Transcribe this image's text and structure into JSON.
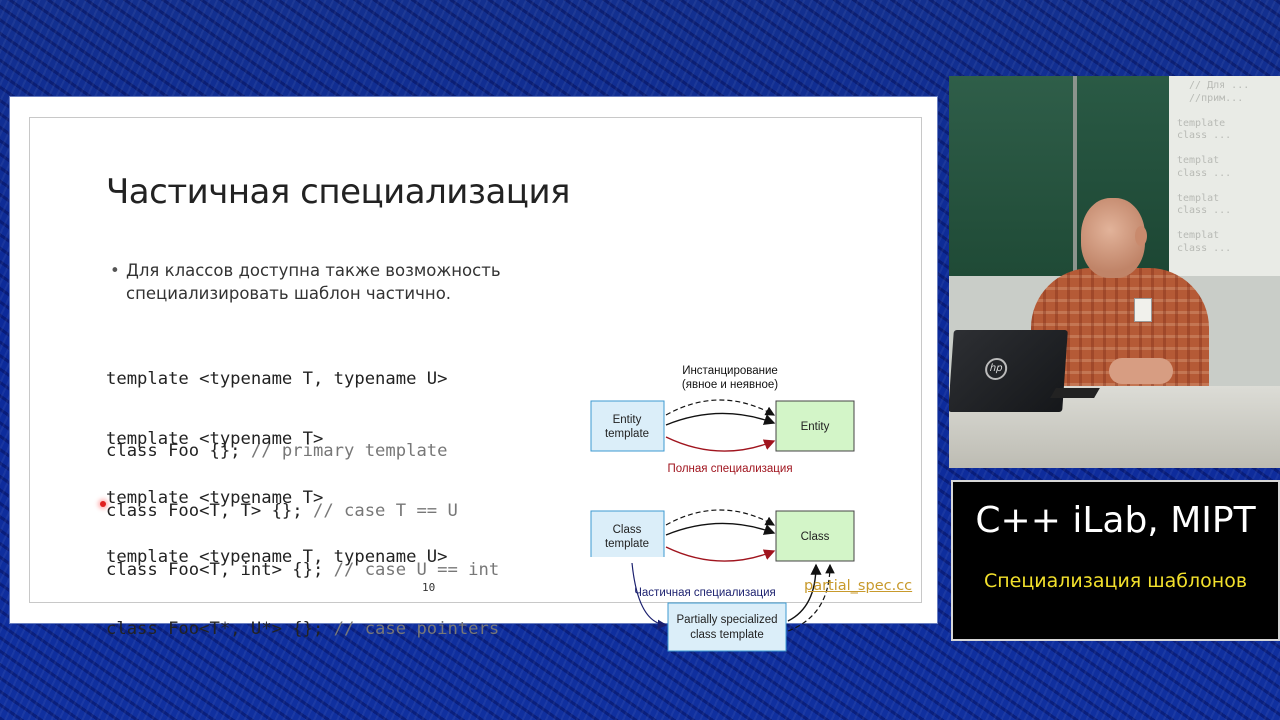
{
  "slide": {
    "title": "Частичная специализация",
    "bullet": "Для классов доступна также возможность специализировать шаблон частично.",
    "code_groups": [
      {
        "line1": "template <typename T, typename U>",
        "line2_code": "class Foo {}; ",
        "line2_comment": "// primary template"
      },
      {
        "line1": "template <typename T>",
        "line2_code": "class Foo<T, T> {}; ",
        "line2_comment": "// case T == U"
      },
      {
        "line1": "template <typename T>",
        "line2_code": "class Foo<T, int> {}; ",
        "line2_comment": "// case U == int"
      },
      {
        "line1": "template <typename T, typename U>",
        "line2_code": "class Foo<T*, U*> {}; ",
        "line2_comment": "// case pointers"
      }
    ],
    "page_number": "10",
    "file_link": "partial_spec.cc"
  },
  "diagram": {
    "label_instantiation_1": "Инстанцирование",
    "label_instantiation_2": "(явное и неявное)",
    "node_entity_template_1": "Entity",
    "node_entity_template_2": "template",
    "node_entity": "Entity",
    "label_full_spec": "Полная специализация",
    "node_class_template_1": "Class",
    "node_class_template_2": "template",
    "node_class": "Class",
    "label_partial_spec": "Частичная специализация",
    "node_partial_1": "Partially specialized",
    "node_partial_2": "class template",
    "colors": {
      "node_blue": "#dbeef9",
      "node_green": "#d3f5c8",
      "full_spec_red": "#a0141e",
      "partial_spec_navy": "#1a1f6e"
    }
  },
  "video": {
    "whiteboard_text": "  // Для ...\n  //прим...\n\ntemplate\nclass ...\n\ntemplat\nclass ...\n\ntemplat\nclass ...\n\ntemplat\nclass ...",
    "laptop_logo": "hp"
  },
  "caption": {
    "title": "C++ iLab, MIPT",
    "subtitle": "Специализация шаблонов"
  }
}
